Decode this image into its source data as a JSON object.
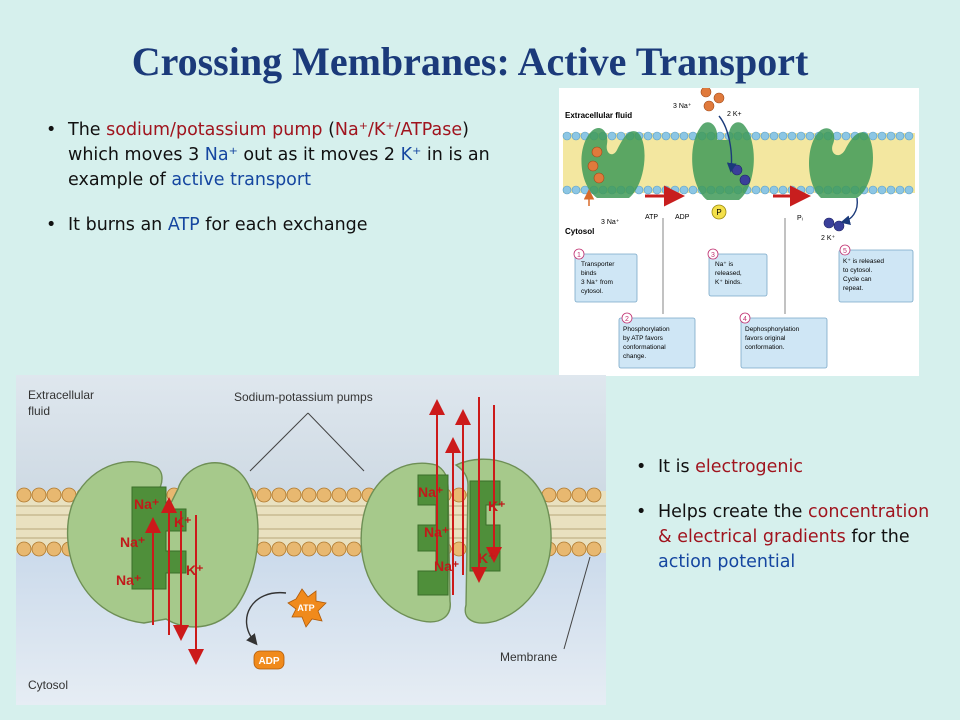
{
  "slide": {
    "title": "Crossing Membranes: Active Transport",
    "bullets_top": [
      {
        "parts": [
          {
            "text": "The ",
            "color": "black"
          },
          {
            "text": "sodium/potassium pump",
            "color": "red"
          },
          {
            "text": " (",
            "color": "black"
          },
          {
            "text": "Na⁺/K⁺/ATPase",
            "color": "red"
          },
          {
            "text": ") which moves 3 ",
            "color": "black"
          },
          {
            "text": "Na⁺",
            "color": "blue"
          },
          {
            "text": " out as it moves 2 ",
            "color": "black"
          },
          {
            "text": "K⁺",
            "color": "blue"
          },
          {
            "text": " in is an example of ",
            "color": "black"
          },
          {
            "text": "active transport",
            "color": "blue"
          }
        ]
      },
      {
        "parts": [
          {
            "text": "It burns an ",
            "color": "black"
          },
          {
            "text": "ATP",
            "color": "blue"
          },
          {
            "text": " for each exchange",
            "color": "black"
          }
        ]
      }
    ],
    "bullets_bottom": [
      {
        "parts": [
          {
            "text": "It is ",
            "color": "black"
          },
          {
            "text": "electrogenic",
            "color": "red"
          }
        ]
      },
      {
        "parts": [
          {
            "text": "Helps create the ",
            "color": "black"
          },
          {
            "text": "concentration & electrical gradients",
            "color": "red"
          },
          {
            "text": " for the ",
            "color": "black"
          },
          {
            "text": "action potential",
            "color": "blue"
          }
        ]
      }
    ]
  },
  "colors": {
    "red": "#a0141e",
    "blue": "#1546a0",
    "black": "#111111",
    "background": "#d6f0ed",
    "title": "#1b3a7a"
  },
  "figure_top": {
    "extracellular": "Extracellular fluid",
    "cytosol": "Cytosol",
    "na_in_label": "3 Na⁺",
    "na_out_label": "3 Na⁺",
    "k_out_label": "2 K+",
    "k_in_label": "2 K⁺",
    "atp": "ATP",
    "adp": "ADP",
    "p": "P",
    "pi": "Pᵢ",
    "steps": [
      {
        "num": "1",
        "lines": [
          "Transporter",
          "binds",
          "3 Na⁺ from",
          "cytosol."
        ]
      },
      {
        "num": "2",
        "lines": [
          "Phosphorylation",
          "by ATP favors",
          "conformational",
          "change."
        ]
      },
      {
        "num": "3",
        "lines": [
          "Na⁺ is",
          "released,",
          "K⁺ binds."
        ]
      },
      {
        "num": "4",
        "lines": [
          "Dephosphorylation",
          "favors original",
          "conformation."
        ]
      },
      {
        "num": "5",
        "lines": [
          "K⁺ is released",
          "to cytosol.",
          "Cycle can",
          "repeat."
        ]
      }
    ]
  },
  "figure_bottom": {
    "extracellular": [
      "Extracellular",
      "fluid"
    ],
    "pumps_label": "Sodium-potassium pumps",
    "membrane": "Membrane",
    "cytosol": "Cytosol",
    "na": "Na⁺",
    "k": "K⁺",
    "atp": "ATP",
    "adp": "ADP"
  }
}
